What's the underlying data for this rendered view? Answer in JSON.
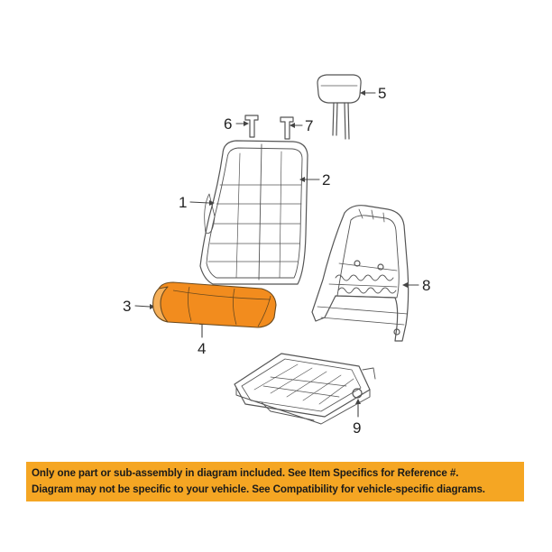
{
  "callouts": {
    "c1": "1",
    "c2": "2",
    "c3": "3",
    "c4": "4",
    "c5": "5",
    "c6": "6",
    "c7": "7",
    "c8": "8",
    "c9": "9"
  },
  "colors": {
    "highlight": "#f28c1e",
    "banner": "#f5a623",
    "line": "#555555"
  },
  "banner": {
    "line1": "Only one part or sub-assembly in diagram included. See Item Specifics for Reference #.",
    "line2": "Diagram may not be specific to your vehicle. See Compatibility for vehicle-specific diagrams."
  }
}
